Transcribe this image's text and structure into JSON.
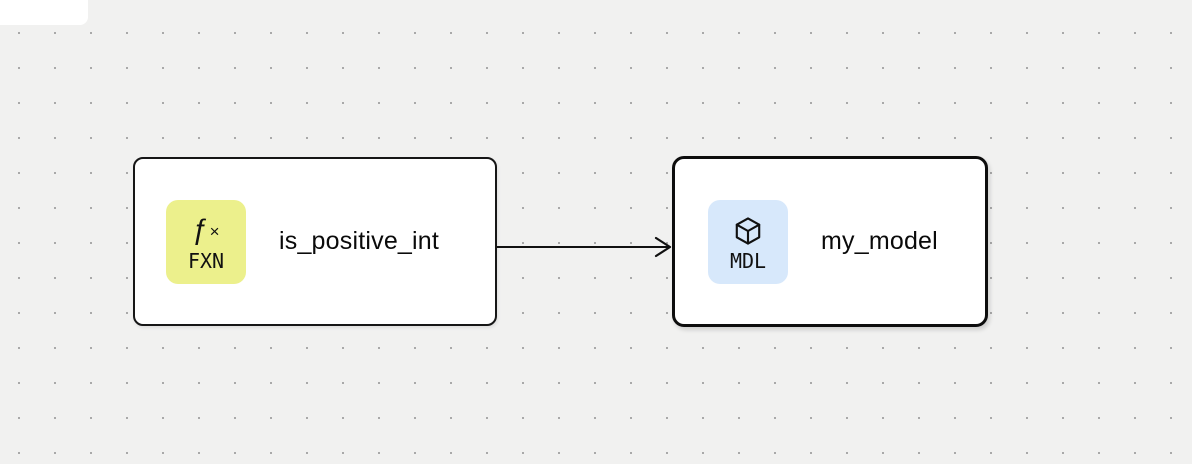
{
  "canvas": {
    "background_color": "#f1f1f0",
    "dot_color": "#a9a9a9",
    "edge_color": "#111111",
    "node_border_color": "#111111"
  },
  "graph": {
    "nodes": [
      {
        "id": "is_positive_int",
        "type": "function",
        "label": "is_positive_int",
        "selected": false,
        "badge": {
          "icon": "function-icon",
          "glyph_f": "ƒ",
          "glyph_x": "×",
          "tag": "FXN",
          "color": "#ecf08c"
        }
      },
      {
        "id": "my_model",
        "type": "model",
        "label": "my_model",
        "selected": true,
        "badge": {
          "icon": "cube-icon",
          "tag": "MDL",
          "color": "#d7e8fb"
        }
      }
    ],
    "edges": [
      {
        "from": "is_positive_int",
        "to": "my_model"
      }
    ]
  }
}
